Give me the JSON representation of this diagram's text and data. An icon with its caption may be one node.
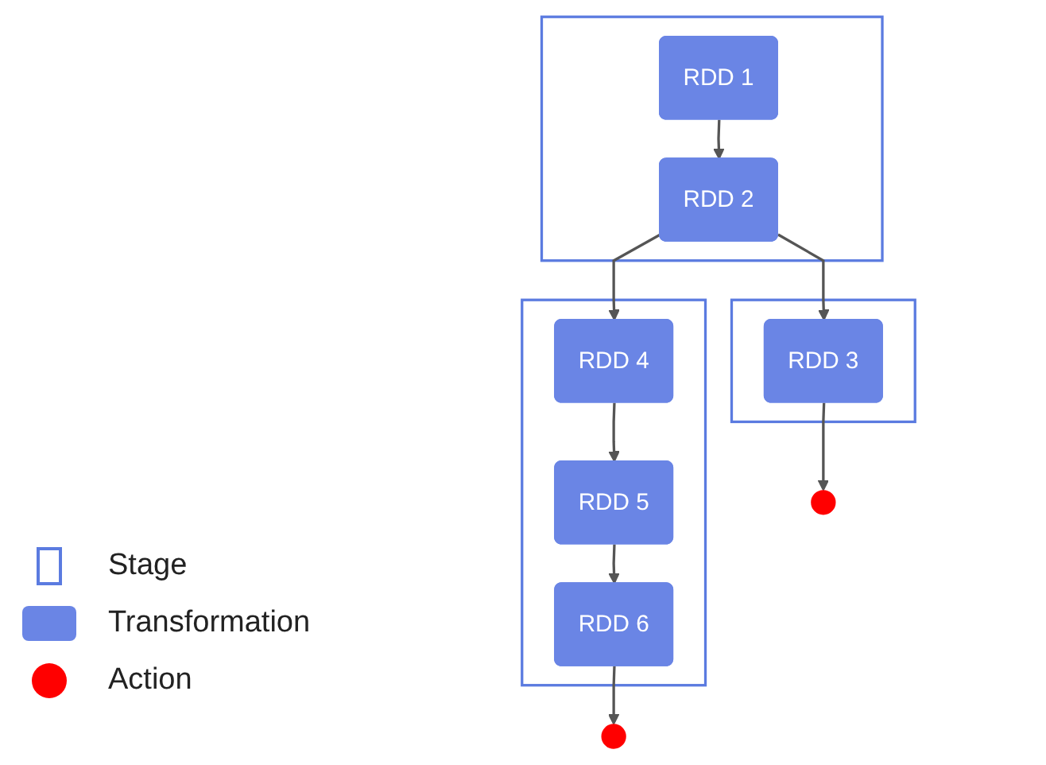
{
  "diagram": {
    "nodes": [
      {
        "text": [],
        "shape": "box"
      },
      {
        "text": [
          "RDD 1"
        ],
        "in": 0
      },
      {
        "text": [
          "RDD 2"
        ],
        "in": 0
      },
      {
        "text": [],
        "shape": "box"
      },
      {
        "text": [
          "RDD 4"
        ],
        "in": 3
      },
      {
        "text": [
          "RDD 5"
        ],
        "in": 3
      },
      {
        "text": [
          "RDD 6"
        ],
        "in": 3
      },
      {
        "text": [],
        "shape": "box"
      },
      {
        "text": [
          "RDD 3"
        ],
        "in": 7
      },
      {
        "text": [],
        "shape": "circle"
      },
      {
        "text": [],
        "shape": "circle"
      }
    ],
    "edges": [
      {
        "from": 1,
        "to": 2,
        "arrow": "to"
      },
      {
        "from": 2,
        "to": 4,
        "arrow": "to"
      },
      {
        "from": 2,
        "to": 8,
        "arrow": "to"
      },
      {
        "from": 4,
        "to": 5,
        "arrow": "to"
      },
      {
        "from": 5,
        "to": 6,
        "arrow": "to"
      },
      {
        "from": 8,
        "to": 9,
        "arrow": "to"
      },
      {
        "from": 6,
        "to": 10,
        "arrow": "to"
      }
    ],
    "legend": [
      {
        "text": "Stage"
      },
      {
        "text": "Transformation",
        "color": "#6a85e5"
      },
      {
        "text": "Action",
        "color": "#ff0000"
      }
    ]
  }
}
